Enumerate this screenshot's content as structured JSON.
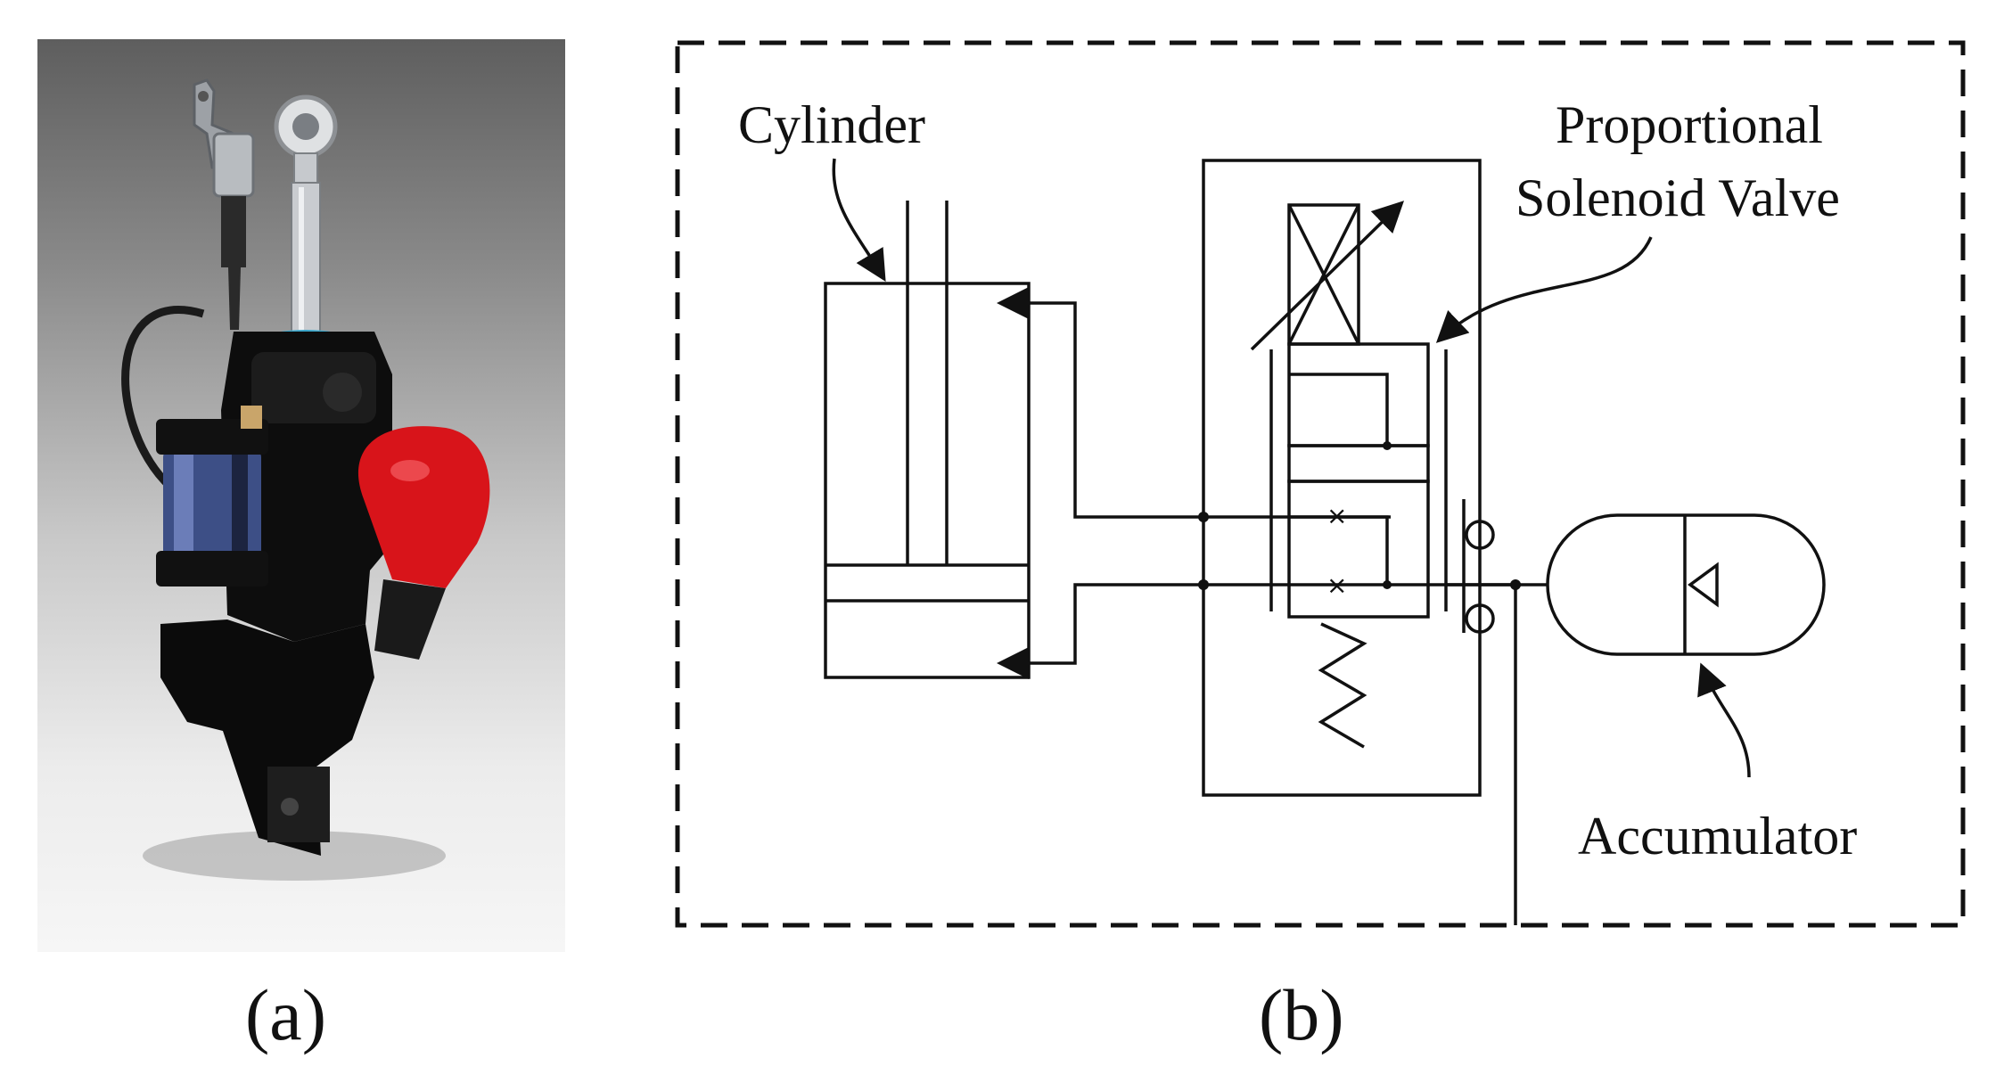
{
  "figure": {
    "panel_a": {
      "caption": "(a)"
    },
    "panel_b": {
      "caption": "(b)",
      "labels": {
        "cylinder": "Cylinder",
        "valve_line1": "Proportional",
        "valve_line2": "Solenoid Valve",
        "accumulator": "Accumulator"
      }
    }
  },
  "colors": {
    "line": "#111111",
    "photo_bg_top": "#5e5e5e",
    "photo_bg_bottom": "#f6f6f6",
    "body_black": "#0d0d0d",
    "bellow_red": "#d8141a",
    "rod_silver": "#c9ccd0",
    "coil_blue": "#3d4f86"
  }
}
